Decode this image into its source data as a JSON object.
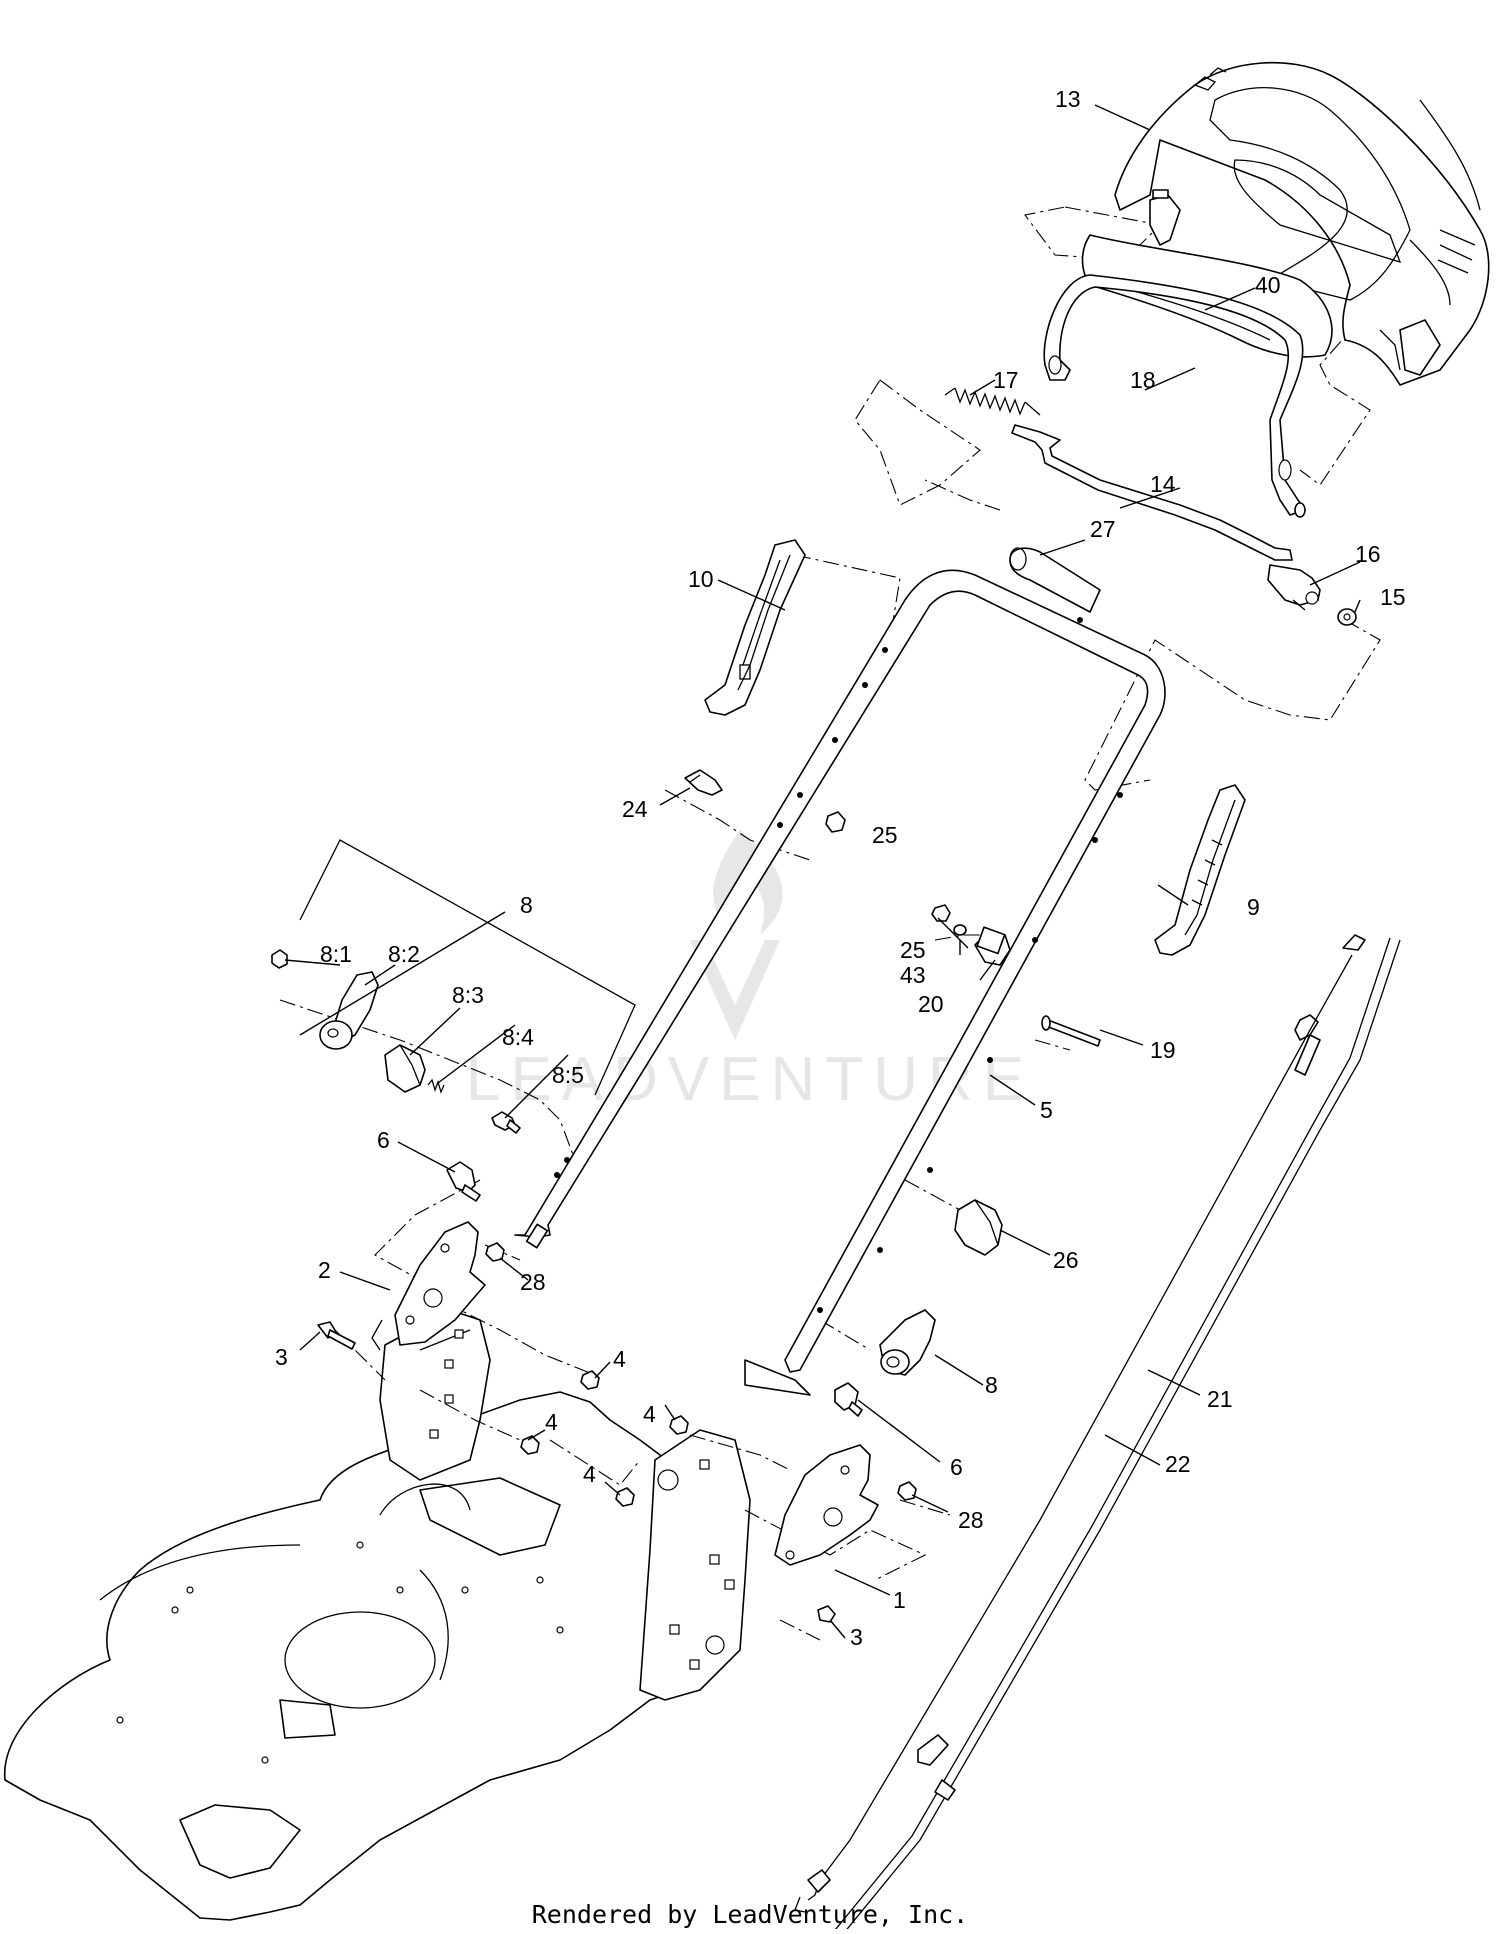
{
  "watermark": {
    "text": "LEADVENTURE",
    "logo_icon": "leadventure-flame-v-logo"
  },
  "footer": {
    "text": "Rendered by LeadVenture, Inc."
  },
  "callouts": [
    {
      "id": "13",
      "label": "13"
    },
    {
      "id": "40",
      "label": "40"
    },
    {
      "id": "18",
      "label": "18"
    },
    {
      "id": "17",
      "label": "17"
    },
    {
      "id": "14",
      "label": "14"
    },
    {
      "id": "16",
      "label": "16"
    },
    {
      "id": "15",
      "label": "15"
    },
    {
      "id": "10",
      "label": "10"
    },
    {
      "id": "27",
      "label": "27"
    },
    {
      "id": "24",
      "label": "24"
    },
    {
      "id": "25a",
      "label": "25"
    },
    {
      "id": "9",
      "label": "9"
    },
    {
      "id": "8group",
      "label": "8"
    },
    {
      "id": "8-1",
      "label": "8:1"
    },
    {
      "id": "8-2",
      "label": "8:2"
    },
    {
      "id": "8-3",
      "label": "8:3"
    },
    {
      "id": "8-4",
      "label": "8:4"
    },
    {
      "id": "8-5",
      "label": "8:5"
    },
    {
      "id": "25b",
      "label": "25"
    },
    {
      "id": "43",
      "label": "43"
    },
    {
      "id": "20",
      "label": "20"
    },
    {
      "id": "19",
      "label": "19"
    },
    {
      "id": "5",
      "label": "5"
    },
    {
      "id": "6a",
      "label": "6"
    },
    {
      "id": "26",
      "label": "26"
    },
    {
      "id": "2",
      "label": "2"
    },
    {
      "id": "28a",
      "label": "28"
    },
    {
      "id": "3a",
      "label": "3"
    },
    {
      "id": "4a",
      "label": "4"
    },
    {
      "id": "8b",
      "label": "8"
    },
    {
      "id": "21",
      "label": "21"
    },
    {
      "id": "4b",
      "label": "4"
    },
    {
      "id": "4c",
      "label": "4"
    },
    {
      "id": "4d",
      "label": "4"
    },
    {
      "id": "6b",
      "label": "6"
    },
    {
      "id": "22",
      "label": "22"
    },
    {
      "id": "28b",
      "label": "28"
    },
    {
      "id": "1",
      "label": "1"
    },
    {
      "id": "3b",
      "label": "3"
    }
  ]
}
